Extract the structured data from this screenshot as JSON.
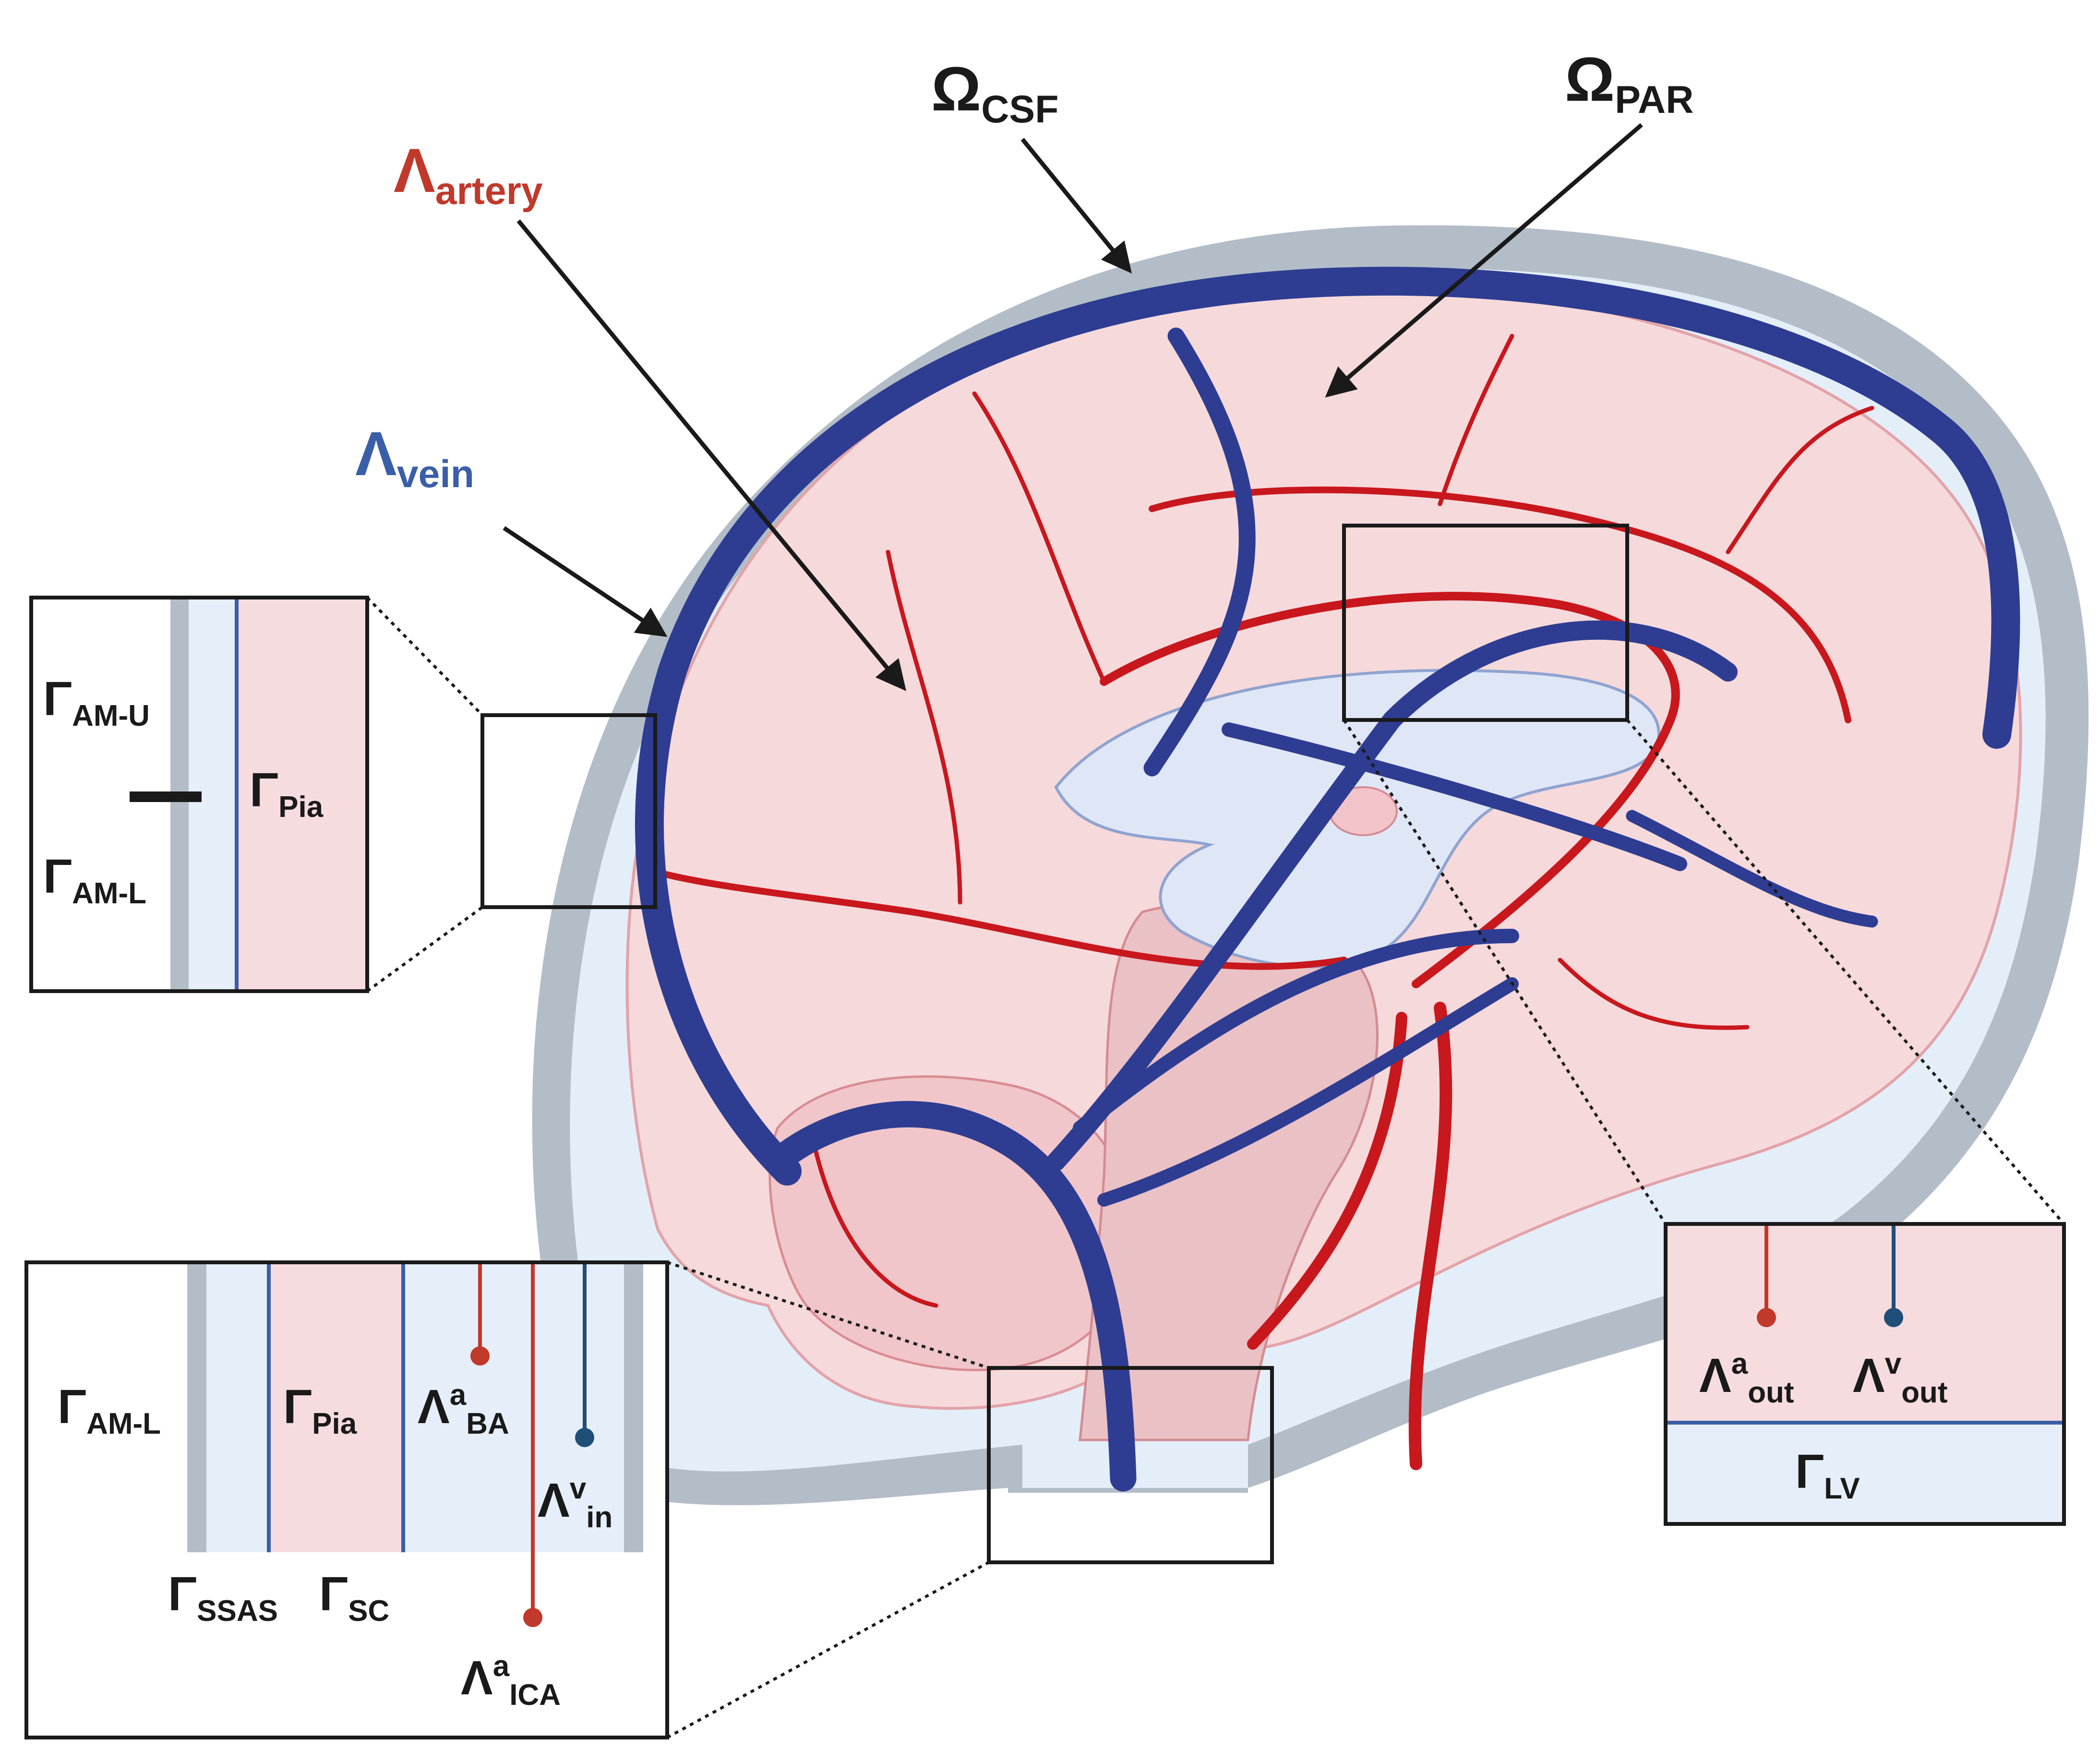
{
  "labels": {
    "omega_csf": {
      "main": "Ω",
      "sub": "CSF"
    },
    "omega_par": {
      "main": "Ω",
      "sub": "PAR"
    },
    "lambda_artery": {
      "main": "Λ",
      "sub": "artery"
    },
    "lambda_vein": {
      "main": "Λ",
      "sub": "vein"
    }
  },
  "inset_left": {
    "gamma_am_u": {
      "main": "Γ",
      "sub": "AM-U"
    },
    "gamma_pia": {
      "main": "Γ",
      "sub": "Pia"
    },
    "gamma_am_l": {
      "main": "Γ",
      "sub": "AM-L"
    }
  },
  "inset_bottom": {
    "gamma_am_l": {
      "main": "Γ",
      "sub": "AM-L"
    },
    "gamma_pia": {
      "main": "Γ",
      "sub": "Pia"
    },
    "lambda_ba": {
      "main": "Λ",
      "sup": "a",
      "sub": "BA"
    },
    "lambda_vin": {
      "main": "Λ",
      "sup": "v",
      "sub": "in"
    },
    "gamma_ssas": {
      "main": "Γ",
      "sub": "SSAS"
    },
    "gamma_sc": {
      "main": "Γ",
      "sub": "SC"
    },
    "lambda_ica": {
      "main": "Λ",
      "sup": "a",
      "sub": "ICA"
    }
  },
  "inset_right": {
    "lambda_aout": {
      "main": "Λ",
      "sup": "a",
      "sub": "out"
    },
    "lambda_vout": {
      "main": "Λ",
      "sup": "v",
      "sub": "out"
    },
    "gamma_lv": {
      "main": "Γ",
      "sub": "LV"
    }
  },
  "colors": {
    "artery": "#c8171d",
    "vein": "#2e3d92",
    "vein_marker": "#1f4e79",
    "artery_label": "#c0392b",
    "vein_label": "#3a5fa8",
    "parenchyma": "#f6d9db",
    "csf": "#e6eff9",
    "skull": "#b3bdc7"
  }
}
